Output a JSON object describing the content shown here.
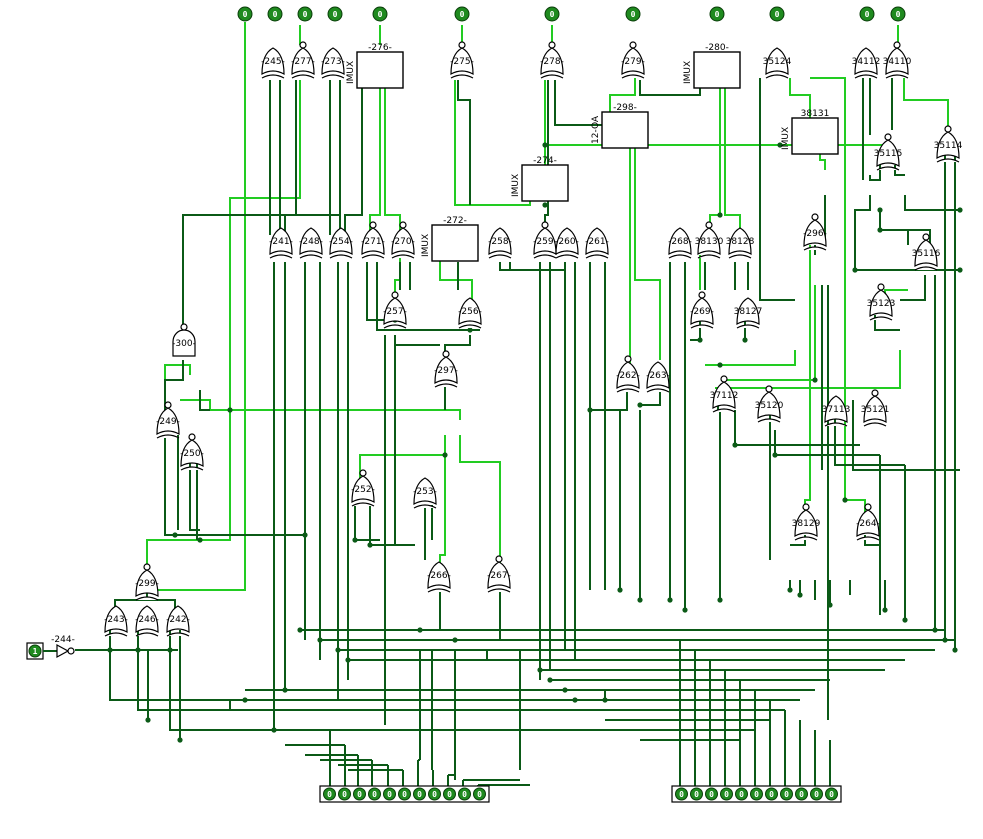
{
  "circuit": {
    "top_inputs": [
      {
        "id": "in1",
        "value": "0"
      },
      {
        "id": "in2",
        "value": "0"
      },
      {
        "id": "in3",
        "value": "0"
      },
      {
        "id": "in4",
        "value": "0"
      },
      {
        "id": "in5",
        "value": "0"
      },
      {
        "id": "in6",
        "value": "0"
      },
      {
        "id": "in7",
        "value": "0"
      },
      {
        "id": "in8",
        "value": "0"
      },
      {
        "id": "in9",
        "value": "0"
      },
      {
        "id": "in10",
        "value": "0"
      },
      {
        "id": "in11",
        "value": "0"
      },
      {
        "id": "in12",
        "value": "0"
      }
    ],
    "left_input": {
      "value": "1"
    },
    "not_gate_label": "-244-",
    "bottom_left_outputs": [
      "0",
      "0",
      "0",
      "0",
      "0",
      "0",
      "0",
      "0",
      "0",
      "0",
      "0"
    ],
    "bottom_right_outputs": [
      "0",
      "0",
      "0",
      "0",
      "0",
      "0",
      "0",
      "0",
      "0",
      "0",
      "0"
    ],
    "colors": {
      "wire_on": "#22cc22",
      "wire_off": "#0b5a17",
      "pin_fill": "#1f8a1f",
      "background": "#ffffff"
    },
    "gates": [
      {
        "label": "-245-",
        "kind": "xor"
      },
      {
        "label": "-277-",
        "kind": "xnor"
      },
      {
        "label": "-273-",
        "kind": "xor"
      },
      {
        "label": "-276-",
        "kind": "mux",
        "tag": "IMUX"
      },
      {
        "label": "-275-",
        "kind": "xnor"
      },
      {
        "label": "-278-",
        "kind": "xnor"
      },
      {
        "label": "-279-",
        "kind": "xnor"
      },
      {
        "label": "-280-",
        "kind": "mux",
        "tag": "IMUX"
      },
      {
        "label": "35124",
        "kind": "xor"
      },
      {
        "label": "34112",
        "kind": "xor"
      },
      {
        "label": "34110",
        "kind": "xnor"
      },
      {
        "label": "-298-",
        "kind": "mux",
        "tag": "12-OA"
      },
      {
        "label": "38131",
        "kind": "mux",
        "tag": "IMUX"
      },
      {
        "label": "-274-",
        "kind": "mux",
        "tag": "IMUX"
      },
      {
        "label": "35115",
        "kind": "xnor"
      },
      {
        "label": "35114",
        "kind": "xnor"
      },
      {
        "label": "-272-",
        "kind": "mux",
        "tag": "IMUX"
      },
      {
        "label": "-241-",
        "kind": "xor"
      },
      {
        "label": "-248-",
        "kind": "xor"
      },
      {
        "label": "-254-",
        "kind": "xor"
      },
      {
        "label": "-271-",
        "kind": "xnor"
      },
      {
        "label": "-270-",
        "kind": "xnor"
      },
      {
        "label": "-258-",
        "kind": "xor"
      },
      {
        "label": "-259-",
        "kind": "xnor"
      },
      {
        "label": "-260-",
        "kind": "xor"
      },
      {
        "label": "-261-",
        "kind": "xor"
      },
      {
        "label": "-268-",
        "kind": "xor"
      },
      {
        "label": "38130",
        "kind": "xnor"
      },
      {
        "label": "38128",
        "kind": "xor"
      },
      {
        "label": "-296-",
        "kind": "xnor"
      },
      {
        "label": "35116",
        "kind": "xnor"
      },
      {
        "label": "-257-",
        "kind": "xnor"
      },
      {
        "label": "-256-",
        "kind": "xor"
      },
      {
        "label": "-269-",
        "kind": "xnor"
      },
      {
        "label": "38127",
        "kind": "xor"
      },
      {
        "label": "35123",
        "kind": "xnor"
      },
      {
        "label": "-300-",
        "kind": "and"
      },
      {
        "label": "-297-",
        "kind": "xnor"
      },
      {
        "label": "-262-",
        "kind": "xnor"
      },
      {
        "label": "-263-",
        "kind": "xor"
      },
      {
        "label": "37112",
        "kind": "xnor"
      },
      {
        "label": "35120",
        "kind": "xnor"
      },
      {
        "label": "37113",
        "kind": "xor"
      },
      {
        "label": "35121",
        "kind": "xnor"
      },
      {
        "label": "-249-",
        "kind": "xnor"
      },
      {
        "label": "-250-",
        "kind": "xnor"
      },
      {
        "label": "-252-",
        "kind": "xnor"
      },
      {
        "label": "-253-",
        "kind": "xor"
      },
      {
        "label": "38129",
        "kind": "xnor"
      },
      {
        "label": "-264-",
        "kind": "xnor"
      },
      {
        "label": "-266-",
        "kind": "xor"
      },
      {
        "label": "-267-",
        "kind": "xnor"
      },
      {
        "label": "-299-",
        "kind": "xnor"
      },
      {
        "label": "-243-",
        "kind": "xor"
      },
      {
        "label": "-246-",
        "kind": "xor"
      },
      {
        "label": "-242-",
        "kind": "xor"
      }
    ]
  }
}
